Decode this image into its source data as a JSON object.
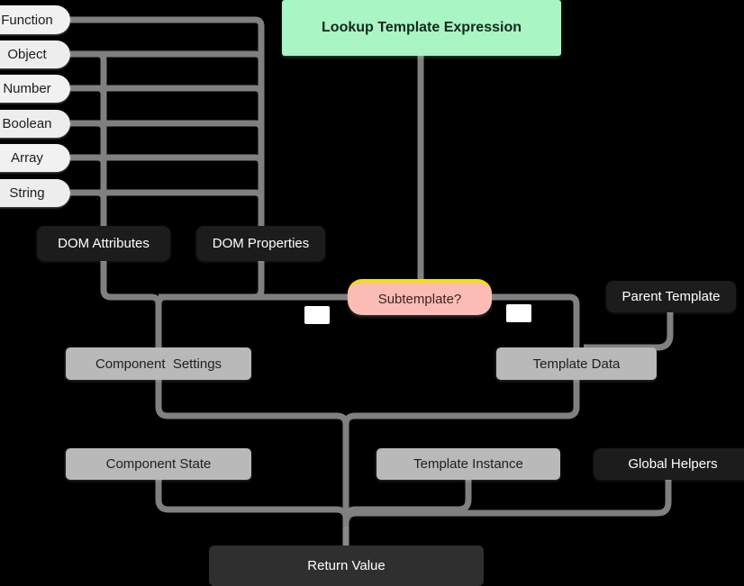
{
  "diagram": {
    "title": "Lookup Template Expression",
    "background": "#000000",
    "edge_color": "#808080",
    "accents": {
      "header_green": "#a9f5c4",
      "subtemplate_pink": "#fcbcb6",
      "subtemplate_top_border": "#f4e000",
      "gray_node": "#b9b9b9",
      "dark_node": "#1c1c1c",
      "return_node": "#2f2f2f"
    }
  },
  "types": [
    {
      "label": "Function"
    },
    {
      "label": "Object"
    },
    {
      "label": "Number"
    },
    {
      "label": "Boolean"
    },
    {
      "label": "Array"
    },
    {
      "label": "String"
    }
  ],
  "nodes": {
    "header": "Lookup Template Expression",
    "dom_attributes": "DOM Attributes",
    "dom_properties": "DOM Properties",
    "subtemplate": "Subtemplate?",
    "parent_template": "Parent Template",
    "component_settings": "Component  Settings",
    "template_data": "Template Data",
    "component_state": "Component State",
    "template_instance": "Template Instance",
    "global_helpers": "Global Helpers",
    "return_value": "Return Value"
  },
  "edge_labels": {
    "left": "",
    "right": ""
  }
}
